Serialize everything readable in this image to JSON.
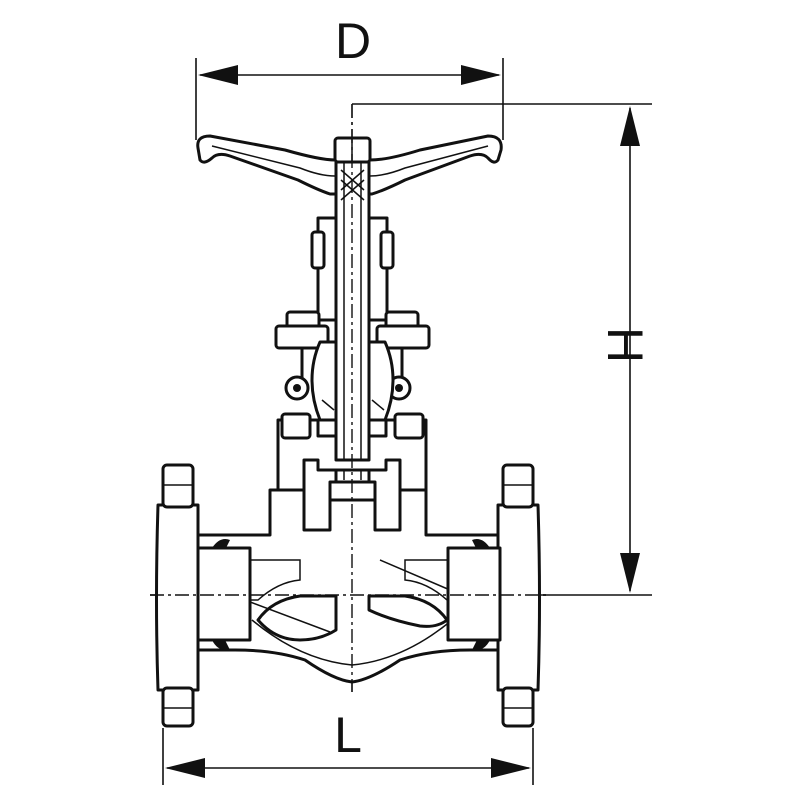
{
  "diagram": {
    "labels": {
      "handwheel_diameter": "D",
      "height": "H",
      "length": "L"
    },
    "colors": {
      "line": "#111111",
      "background": "#ffffff"
    }
  }
}
